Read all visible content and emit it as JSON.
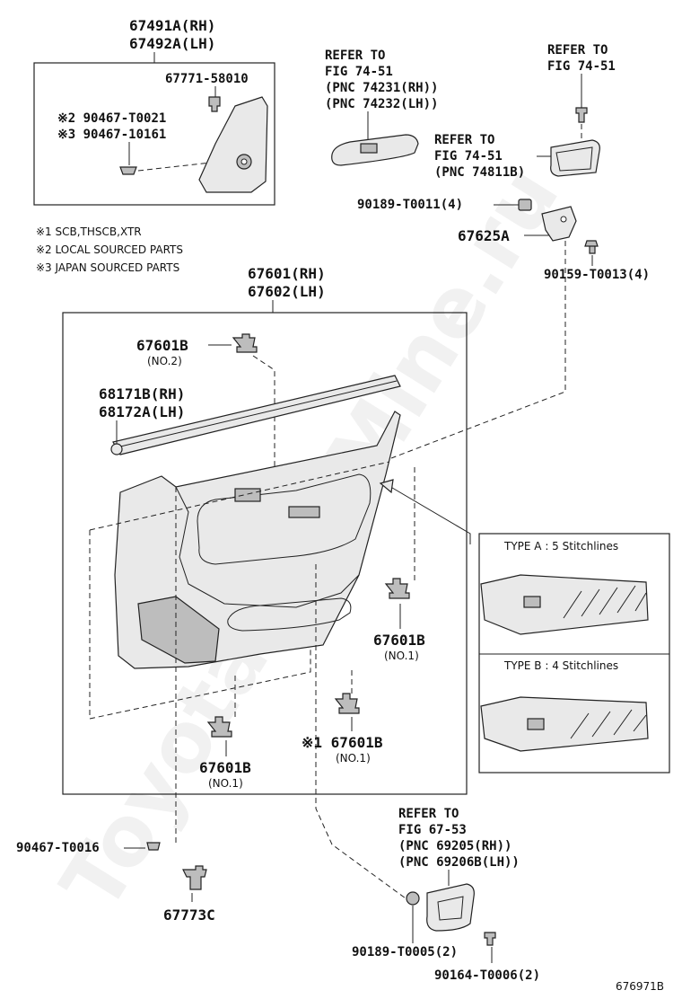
{
  "watermark": "Toyota-CarMine.ru",
  "figure_id": "676971B",
  "labels": {
    "trim_rh": "67491A(RH)",
    "trim_lh": "67492A(LH)",
    "clip_67771": "67771-58010",
    "clip_90467_t0021": "※2 90467-T0021",
    "clip_90467_10161": "※3 90467-10161",
    "refer_switch_1": "REFER TO",
    "refer_switch_2": "FIG 74-51",
    "refer_switch_3": "(PNC 74231(RH))",
    "refer_switch_4": "(PNC 74232(LH))",
    "refer_top_1": "REFER TO",
    "refer_top_2": "FIG 74-51",
    "refer_pocket_1": "REFER TO",
    "refer_pocket_2": "FIG 74-51",
    "refer_pocket_3": "(PNC 74811B)",
    "nut_90189_t0011": "90189-T0011(4)",
    "bracket_67625a": "67625A",
    "screw_90159": "90159-T0013(4)",
    "note1": "※1  SCB,THSCB,XTR",
    "note2": "※2  LOCAL SOURCED PARTS",
    "note3": "※3  JAPAN SOURCED PARTS",
    "panel_rh": "67601(RH)",
    "panel_lh": "67602(LH)",
    "clip_67601b_no2": "67601B",
    "clip_no2": "(NO.2)",
    "weather_rh": "68171B(RH)",
    "weather_lh": "68172A(LH)",
    "clip_67601b_a": "67601B",
    "clip_no1_a": "(NO.1)",
    "clip_67601b_b": "67601B",
    "clip_no1_b": "(NO.1)",
    "clip_67601b_c": "※1 67601B",
    "clip_no1_c": "(NO.1)",
    "type_a": "TYPE A : 5 Stitchlines",
    "type_b": "TYPE B : 4 Stitchlines",
    "clip_90467_t0016": "90467-T0016",
    "clip_67773c": "67773C",
    "refer_handle_1": "REFER TO",
    "refer_handle_2": "FIG 67-53",
    "refer_handle_3": "(PNC 69205(RH))",
    "refer_handle_4": "(PNC 69206B(LH))",
    "nut_90189_t0005": "90189-T0005(2)",
    "screw_90164": "90164-T0006(2)"
  }
}
